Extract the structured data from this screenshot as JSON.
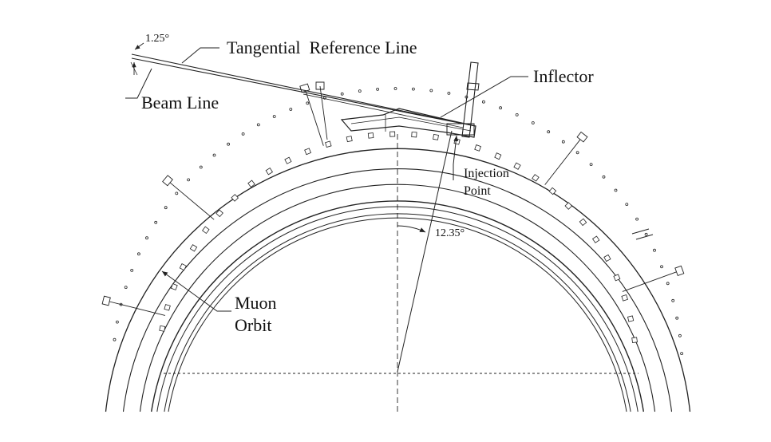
{
  "labels": {
    "angle_beam": "1.25°",
    "tangential_reference_line": "Tangential  Reference Line",
    "beam_line": "Beam Line",
    "inflector": "Inflector",
    "injection_point_line1": "Injection",
    "injection_point_line2": "Point",
    "angle_injection": "12.35°",
    "muon_orbit_line1": "Muon",
    "muon_orbit_line2": "Orbit"
  },
  "colors": {
    "line": "#222222",
    "background": "#ffffff"
  }
}
